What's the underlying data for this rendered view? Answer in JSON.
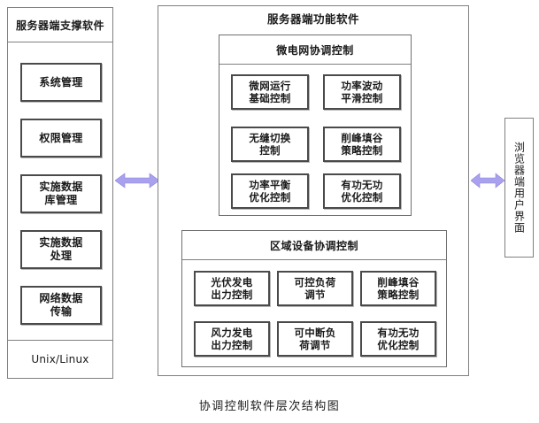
{
  "caption": "协调控制软件层次结构图",
  "left_panel": {
    "title": "服务器端支撑软件",
    "os_label": "Unix/Linux",
    "items": [
      {
        "line1": "系统管理",
        "line2": ""
      },
      {
        "line1": "权限管理",
        "line2": ""
      },
      {
        "line1": "实施数据",
        "line2": "库管理"
      },
      {
        "line1": "实施数据",
        "line2": "处理"
      },
      {
        "line1": "网络数据",
        "line2": "传输"
      }
    ]
  },
  "middle_panel": {
    "title": "服务器端功能软件",
    "groups": [
      {
        "title": "微电网协调控制",
        "items": [
          {
            "line1": "微网运行",
            "line2": "基础控制"
          },
          {
            "line1": "功率波动",
            "line2": "平滑控制"
          },
          {
            "line1": "无缝切换",
            "line2": "控制"
          },
          {
            "line1": "削峰填谷",
            "line2": "策略控制"
          },
          {
            "line1": "功率平衡",
            "line2": "优化控制"
          },
          {
            "line1": "有功无功",
            "line2": "优化控制"
          }
        ]
      },
      {
        "title": "区域设备协调控制",
        "items": [
          {
            "line1": "光伏发电",
            "line2": "出力控制"
          },
          {
            "line1": "可控负荷",
            "line2": "调节"
          },
          {
            "line1": "削峰填谷",
            "line2": "策略控制"
          },
          {
            "line1": "风力发电",
            "line2": "出力控制"
          },
          {
            "line1": "可中断负",
            "line2": "荷调节"
          },
          {
            "line1": "有功无功",
            "line2": "优化控制"
          }
        ]
      }
    ]
  },
  "right_panel": {
    "label": "浏览器端用户界面"
  },
  "connectors": [
    {
      "name": "left-middle-arrow",
      "kind": "double-arrow-horizontal"
    },
    {
      "name": "middle-right-arrow",
      "kind": "double-arrow-horizontal"
    }
  ],
  "colors": {
    "arrow": "#a9a0ee",
    "arrow_stroke": "#8f86e0",
    "panel_border": "#808080",
    "node_border": "#4a4a4a",
    "text": "#1a1a1a",
    "background": "#ffffff"
  }
}
